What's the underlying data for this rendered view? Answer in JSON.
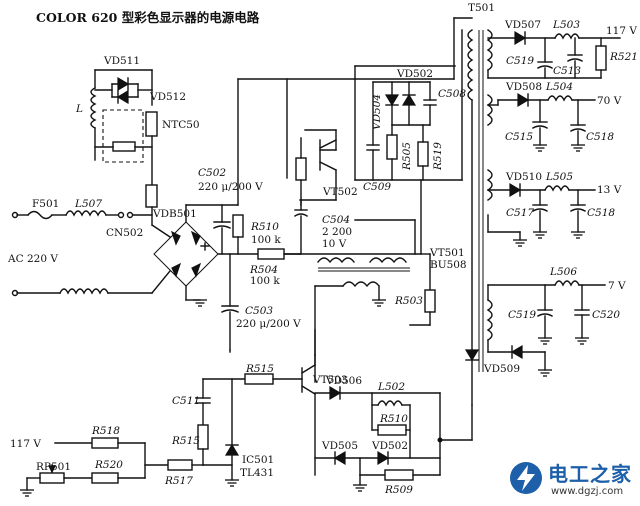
{
  "title": "COLOR 620 型彩色显示器的电源电路",
  "transformer": "T501",
  "input": {
    "ac_label": "AC 220 V",
    "fuse": "F501",
    "inductor": "L507",
    "connector": "CN502"
  },
  "degauss": {
    "L": "L",
    "VD511": "VD511",
    "VD512": "VD512",
    "NTC": "NTC50"
  },
  "bridge": "VDB501",
  "primary": {
    "C502": "C502",
    "C502_val": "220 μ/200 V",
    "R510": "R510",
    "R510_val": "100 k",
    "R504": "R504",
    "R504_val": "100 k",
    "C503": "C503",
    "C503_val": "220 μ/200 V",
    "C504": "C504",
    "C504_val1": "2 200",
    "C504_val2": "10 V",
    "VT502": "VT502",
    "VT501": "VT501",
    "VT501_type": "BU508",
    "R503": "R503",
    "VD502": "VD502",
    "VD504": "VD504",
    "R505": "R505",
    "R519": "R519",
    "C508": "C508",
    "C509": "C509"
  },
  "secondary": [
    {
      "diode": "VD507",
      "inductor": "L503",
      "cap1": "C519",
      "cap2": "C513",
      "res": "R521",
      "output": "117 V"
    },
    {
      "diode": "VD508",
      "inductor": "L504",
      "cap1": "C515",
      "cap2": "C518",
      "output": "70 V"
    },
    {
      "diode": "VD510",
      "inductor": "L505",
      "cap1": "C517",
      "cap2": "C518",
      "output": "13 V"
    },
    {
      "diode": "VD509",
      "inductor": "L506",
      "cap1": "C519",
      "cap2": "C520",
      "output": "7 V"
    }
  ],
  "control": {
    "R515": "R515",
    "VT503": "VT503",
    "C511": "C511",
    "R515b": "R515",
    "IC": "IC501",
    "IC_type": "TL431",
    "R517": "R517",
    "R518": "R518",
    "RP501": "RP501",
    "R520": "R520",
    "ref": "117 V",
    "VD506": "VD506",
    "L502": "L502",
    "R510": "R510",
    "VD505": "VD505",
    "VD502": "VD502",
    "R509": "R509"
  },
  "watermark": {
    "cn": "电工之家",
    "url": "www.dgzj.com"
  }
}
